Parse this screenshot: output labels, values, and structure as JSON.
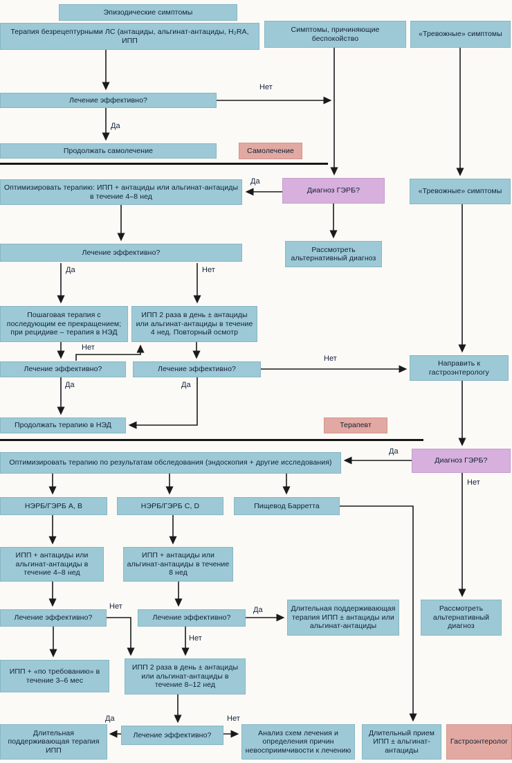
{
  "palette": {
    "box_blue": "#9dc9d6",
    "box_pink": "#e2a9a3",
    "box_purple": "#d7b0dd",
    "arrow_line": "#1a1a1a",
    "text": "#0f1f33"
  },
  "nodes": {
    "episodic": {
      "label": "Эпизодические симптомы"
    },
    "otc_therapy": {
      "label": "Терапия безрецептурными ЛС (антациды, альгинат-антациды, H₂RA, ИПП"
    },
    "bothersome": {
      "label": "Симптомы, причиняющие беспокойство"
    },
    "alarm1": {
      "label": "«Тревожные» симптомы"
    },
    "eff1": {
      "label": "Лечение эффективно?"
    },
    "continue_self": {
      "label": "Продолжать самолечение"
    },
    "selfcare": {
      "label": "Самолечение"
    },
    "gerd1": {
      "label": "Диагноз ГЭРБ?"
    },
    "alarm2": {
      "label": "«Тревожные» симптомы"
    },
    "optimize1": {
      "label": "Оптимизировать терапию: ИПП + антациды или альгинат-антациды в течение 4–8 нед"
    },
    "alt1": {
      "label": "Рассмотреть альтернативный диагноз"
    },
    "eff2": {
      "label": "Лечение эффективно?"
    },
    "stepdown": {
      "label": "Пошаговая терапия с последующим ее прекращением; при рецидиве – терапия в НЭД"
    },
    "ppi2x4": {
      "label": "ИПП 2 раза в день ± антациды или альгинат-антациды в течение 4 нед. Повторный осмотр"
    },
    "eff3": {
      "label": "Лечение эффективно?"
    },
    "eff4": {
      "label": "Лечение эффективно?"
    },
    "refer": {
      "label": "Направить к гастроэнтерологу"
    },
    "continue_ned": {
      "label": "Продолжать терапию в НЭД"
    },
    "therapist": {
      "label": "Терапевт"
    },
    "gerd2": {
      "label": "Диагноз ГЭРБ?"
    },
    "optimize2": {
      "label": "Оптимизировать терапию по результатам обследования (эндоскопия + другие исследования)"
    },
    "nerd_ab": {
      "label": "НЭРБ/ГЭРБ A, B"
    },
    "nerd_cd": {
      "label": "НЭРБ/ГЭРБ C, D"
    },
    "barrett": {
      "label": "Пищевод Барретта"
    },
    "ppi48": {
      "label": "ИПП + антациды или альгинат-антациды в течение 4–8 нед"
    },
    "ppi8": {
      "label": "ИПП + антациды или альгинат-антациды в течение 8 нед"
    },
    "eff5": {
      "label": "Лечение эффективно?"
    },
    "eff6": {
      "label": "Лечение эффективно?"
    },
    "maint1": {
      "label": "Длительная поддерживающая терапия ИПП ± антациды или альгинат-антациды"
    },
    "alt2": {
      "label": "Рассмотреть альтернативный диагноз"
    },
    "ondemand": {
      "label": "ИПП + «по требованию» в течение 3–6 мес"
    },
    "ppi2x812": {
      "label": "ИПП 2 раза в день ± антациды или альгинат-антациды в течение 8–12 нед"
    },
    "eff7": {
      "label": "Лечение эффективно?"
    },
    "maint2": {
      "label": "Длительная поддерживающая терапия ИПП"
    },
    "analysis": {
      "label": "Анализ схем лечения и определения причин невосприимчивости к лечению"
    },
    "longterm": {
      "label": "Длительный прием ИПП ± альгинат-антациды"
    },
    "gastro": {
      "label": "Гастроэнтеролог"
    }
  },
  "branch_labels": {
    "eff1_no": "Нет",
    "eff1_yes": "Да",
    "gerd1_yes": "Да",
    "eff2_yes": "Да",
    "eff2_no": "Нет",
    "eff3_no": "Нет",
    "eff3_yes": "Да",
    "eff4_yes": "Да",
    "eff4_no": "Нет",
    "gerd2_yes": "Да",
    "gerd2_no": "Нет",
    "eff5_no": "Нет",
    "eff6_yes": "Да",
    "eff6_no": "Нет",
    "eff7_yes": "Да",
    "eff7_no": "Нет"
  }
}
